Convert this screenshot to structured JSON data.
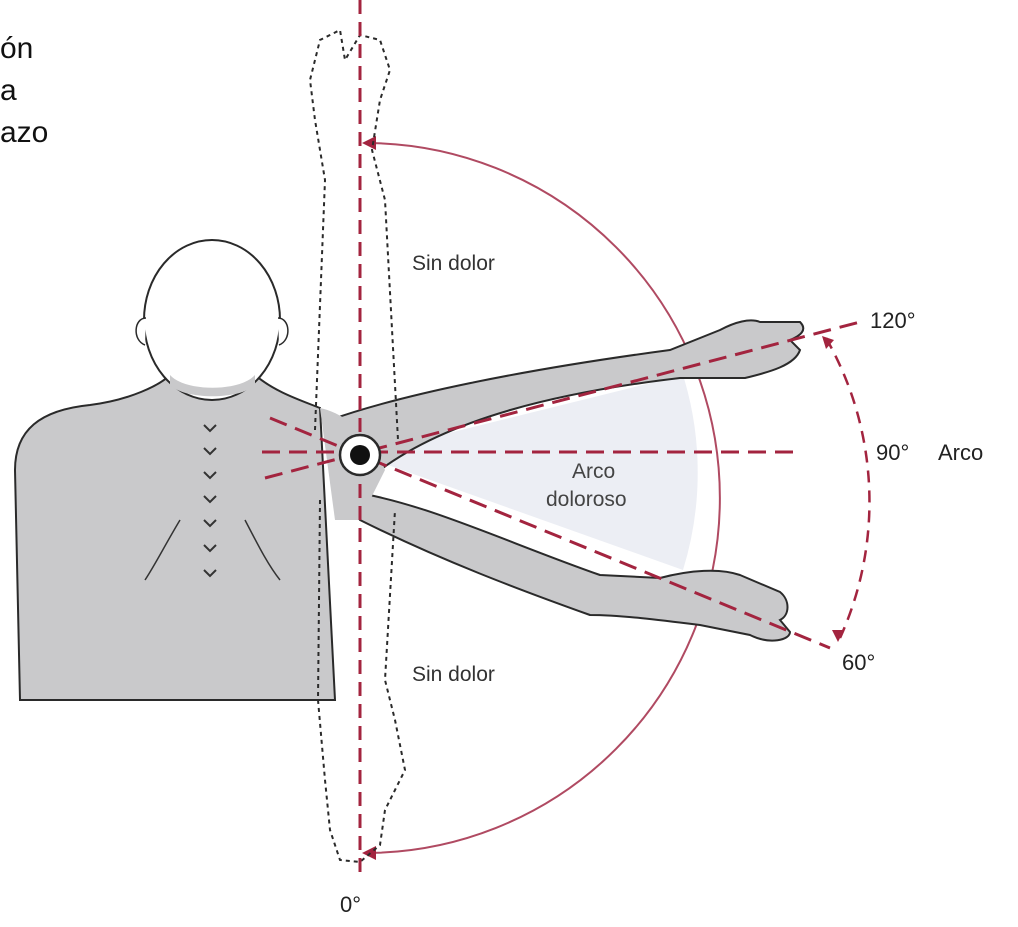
{
  "side_text": [
    "ón",
    "a",
    "azo"
  ],
  "labels": {
    "no_pain_top": "Sin dolor",
    "no_pain_bottom": "Sin dolor",
    "painful_arc_1": "Arco",
    "painful_arc_2": "doloroso",
    "angle_120": "120°",
    "angle_90": "90°",
    "arc_right": "Arco",
    "angle_60": "60°",
    "angle_0": "0°"
  },
  "colors": {
    "body_fill": "#c9c9cb",
    "outline": "#2a2a2a",
    "guide_red": "#a3243f",
    "arc_red": "#b04a62",
    "painful_zone": "#eceef4"
  }
}
